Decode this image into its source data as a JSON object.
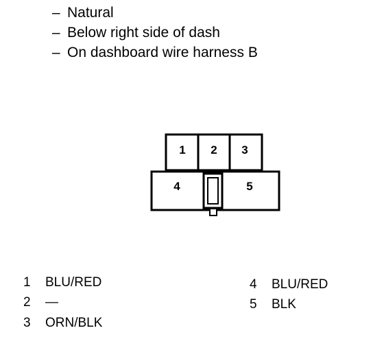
{
  "notes": [
    {
      "dash": "–",
      "text": "Natural"
    },
    {
      "dash": "–",
      "text": "Below right side of dash"
    },
    {
      "dash": "–",
      "text": "On dashboard wire harness B"
    }
  ],
  "connector": {
    "pins": [
      "1",
      "2",
      "3",
      "4",
      "5"
    ]
  },
  "wires_left": [
    {
      "pin": "1",
      "color": "BLU/RED"
    },
    {
      "pin": "2",
      "color": "—"
    },
    {
      "pin": "3",
      "color": "ORN/BLK"
    }
  ],
  "wires_right": [
    {
      "pin": "4",
      "color": "BLU/RED"
    },
    {
      "pin": "5",
      "color": "BLK"
    }
  ]
}
